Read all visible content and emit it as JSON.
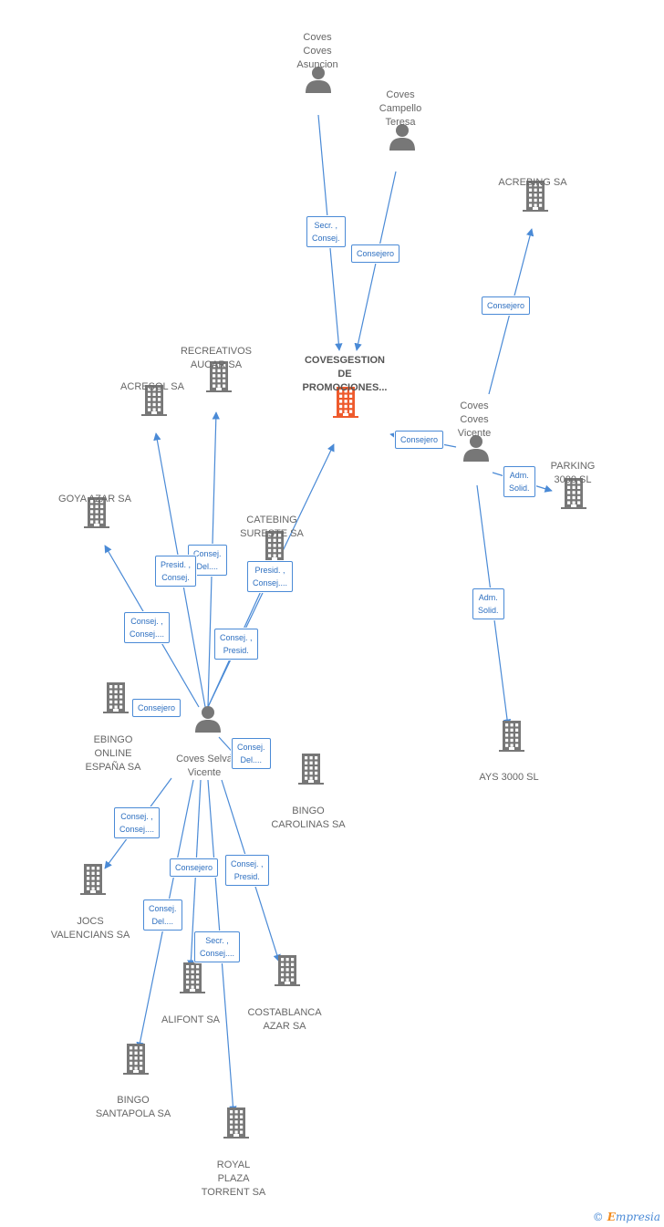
{
  "colors": {
    "edge": "#4a8ad6",
    "building": "#777777",
    "main_building": "#ee5a2c",
    "person": "#777777"
  },
  "nodes": [
    {
      "id": "main",
      "type": "company",
      "main": true,
      "label": "COVESGESTION\nDE\nPROMOCIONES...",
      "icon": "building-icon-orange"
    },
    {
      "id": "asuncion",
      "type": "person",
      "label": "Coves\nCoves\nAsuncion",
      "icon": "person-icon"
    },
    {
      "id": "teresa",
      "type": "person",
      "label": "Coves\nCampello\nTeresa",
      "icon": "person-icon"
    },
    {
      "id": "cv_vicente",
      "type": "person",
      "label": "Coves\nCoves\nVicente",
      "icon": "person-icon"
    },
    {
      "id": "cs_vicente",
      "type": "person",
      "label": "Coves Selva\nVicente",
      "icon": "person-icon"
    },
    {
      "id": "acrebing",
      "type": "company",
      "label": "ACREBING SA",
      "icon": "building-icon"
    },
    {
      "id": "parking",
      "type": "company",
      "label": "PARKING\n3000 SL",
      "icon": "building-icon"
    },
    {
      "id": "ays",
      "type": "company",
      "label": "AYS 3000 SL",
      "icon": "building-icon"
    },
    {
      "id": "recreativos",
      "type": "company",
      "label": "RECREATIVOS\nAUCAR SA",
      "icon": "building-icon"
    },
    {
      "id": "acresol",
      "type": "company",
      "label": "ACRESOL SA",
      "icon": "building-icon"
    },
    {
      "id": "goya",
      "type": "company",
      "label": "GOYA AZAR SA",
      "icon": "building-icon"
    },
    {
      "id": "catebing",
      "type": "company",
      "label": "CATEBING\nSURESTE SA",
      "icon": "building-icon"
    },
    {
      "id": "ebingo",
      "type": "company",
      "label": "EBINGO\nONLINE\nESPAÑA SA",
      "icon": "building-icon"
    },
    {
      "id": "carolinas",
      "type": "company",
      "label": "BINGO\nCAROLINAS SA",
      "icon": "building-icon"
    },
    {
      "id": "jocs",
      "type": "company",
      "label": "JOCS\nVALENCIANS SA",
      "icon": "building-icon"
    },
    {
      "id": "alifont",
      "type": "company",
      "label": "ALIFONT SA",
      "icon": "building-icon"
    },
    {
      "id": "costablanca",
      "type": "company",
      "label": "COSTABLANCA\nAZAR SA",
      "icon": "building-icon"
    },
    {
      "id": "santapola",
      "type": "company",
      "label": "BINGO\nSANTAPOLA SA",
      "icon": "building-icon"
    },
    {
      "id": "royal",
      "type": "company",
      "label": "ROYAL\nPLAZA\nTORRENT SA",
      "icon": "building-icon"
    }
  ],
  "edges": [
    {
      "from": "asuncion",
      "to": "main",
      "label": "Secr. ,\nConsej."
    },
    {
      "from": "teresa",
      "to": "main",
      "label": "Consejero"
    },
    {
      "from": "cv_vicente",
      "to": "main",
      "label": "Consejero"
    },
    {
      "from": "cv_vicente",
      "to": "acrebing",
      "label": "Consejero"
    },
    {
      "from": "cv_vicente",
      "to": "parking",
      "label": "Adm.\nSolid."
    },
    {
      "from": "cv_vicente",
      "to": "ays",
      "label": "Adm.\nSolid."
    },
    {
      "from": "cs_vicente",
      "to": "main",
      "label": "Consej. ,\nPresid."
    },
    {
      "from": "cs_vicente",
      "to": "recreativos",
      "label": "Consej.\nDel...."
    },
    {
      "from": "cs_vicente",
      "to": "acresol",
      "label": "Presid. ,\nConsej."
    },
    {
      "from": "cs_vicente",
      "to": "goya",
      "label": "Consej. ,\nConsej...."
    },
    {
      "from": "cs_vicente",
      "to": "catebing",
      "label": "Presid. ,\nConsej...."
    },
    {
      "from": "cs_vicente",
      "to": "ebingo",
      "label": "Consejero"
    },
    {
      "from": "cs_vicente",
      "to": "carolinas",
      "label": "Consej.\nDel...."
    },
    {
      "from": "cs_vicente",
      "to": "jocs",
      "label": "Consej. ,\nConsej...."
    },
    {
      "from": "cs_vicente",
      "to": "alifont",
      "label": "Consejero"
    },
    {
      "from": "cs_vicente",
      "to": "costablanca",
      "label": "Consej. ,\nPresid."
    },
    {
      "from": "cs_vicente",
      "to": "santapola",
      "label": "Consej.\nDel...."
    },
    {
      "from": "cs_vicente",
      "to": "royal",
      "label": "Secr. ,\nConsej...."
    }
  ],
  "footer": {
    "copyright": "©",
    "brand_first": "E",
    "brand_rest": "mpresia"
  }
}
